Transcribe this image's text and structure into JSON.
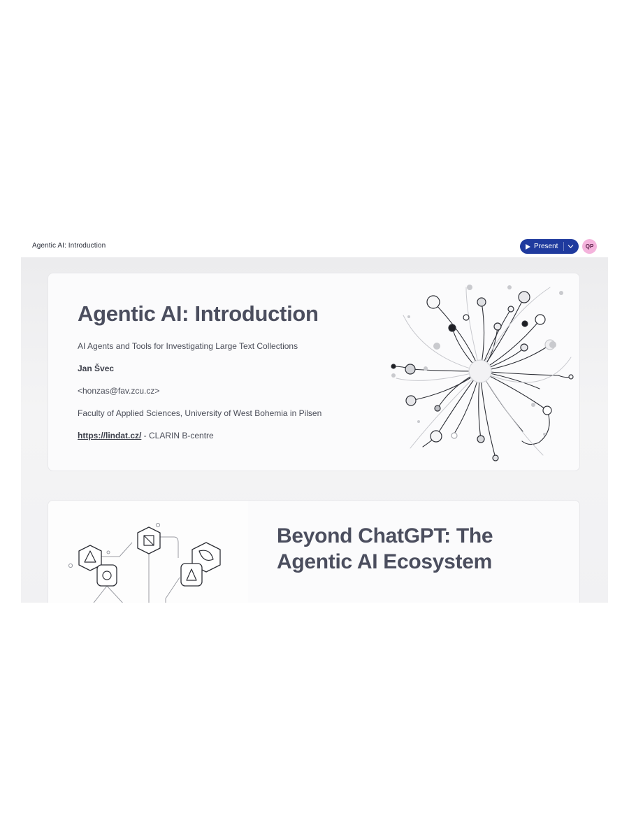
{
  "window": {
    "doc_title": "Agentic AI: Introduction",
    "present_label": "Present",
    "avatar_initials": "QP"
  },
  "colors": {
    "accent": "#1f3a9e",
    "avatar_bg": "#f4b3dc",
    "title_text": "#4b4e5e"
  },
  "slides": [
    {
      "title": "Agentic AI: Introduction",
      "subtitle": "AI Agents and Tools for Investigating Large Text Collections",
      "author": "Jan Švec",
      "email": "<honzas@fav.zcu.cz>",
      "affiliation": "Faculty of Applied Sciences, University of West Bohemia in Pilsen",
      "link_text": "https://lindat.cz/",
      "link_suffix": " - CLARIN B-centre",
      "art_icon": "network-illustration-icon"
    },
    {
      "title_line1": "Beyond ChatGPT: The",
      "title_line2": "Agentic AI Ecosystem",
      "art_icon": "agent-ecosystem-icon"
    }
  ]
}
